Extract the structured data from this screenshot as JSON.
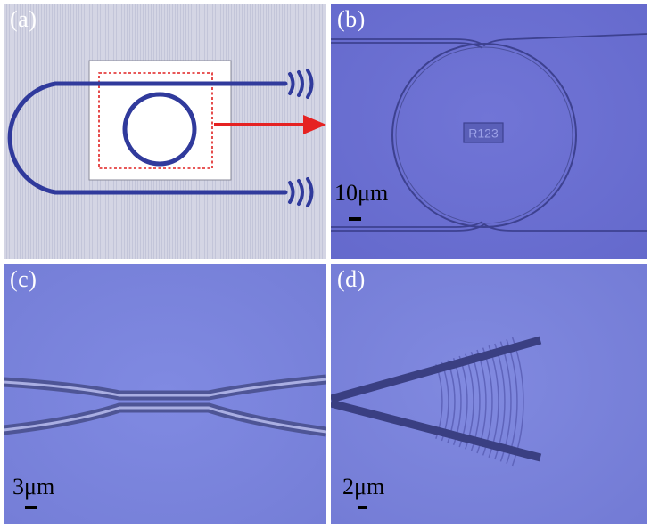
{
  "panels": {
    "a": {
      "letter": "(a)"
    },
    "b": {
      "letter": "(b)",
      "chip_label": "R123",
      "scale_bar": "10μm"
    },
    "c": {
      "letter": "(c)",
      "scale_bar": "3μm"
    },
    "d": {
      "letter": "(d)",
      "scale_bar": "2μm"
    }
  },
  "colors": {
    "schematic_background": "#cfd0e0",
    "waveguide": "#303a9c",
    "highlight_box": "#e02020",
    "arrow": "#e52222",
    "microscope_b": "#6d72d3",
    "microscope_c": "#7a83dd",
    "microscope_d": "#7a82dc"
  }
}
